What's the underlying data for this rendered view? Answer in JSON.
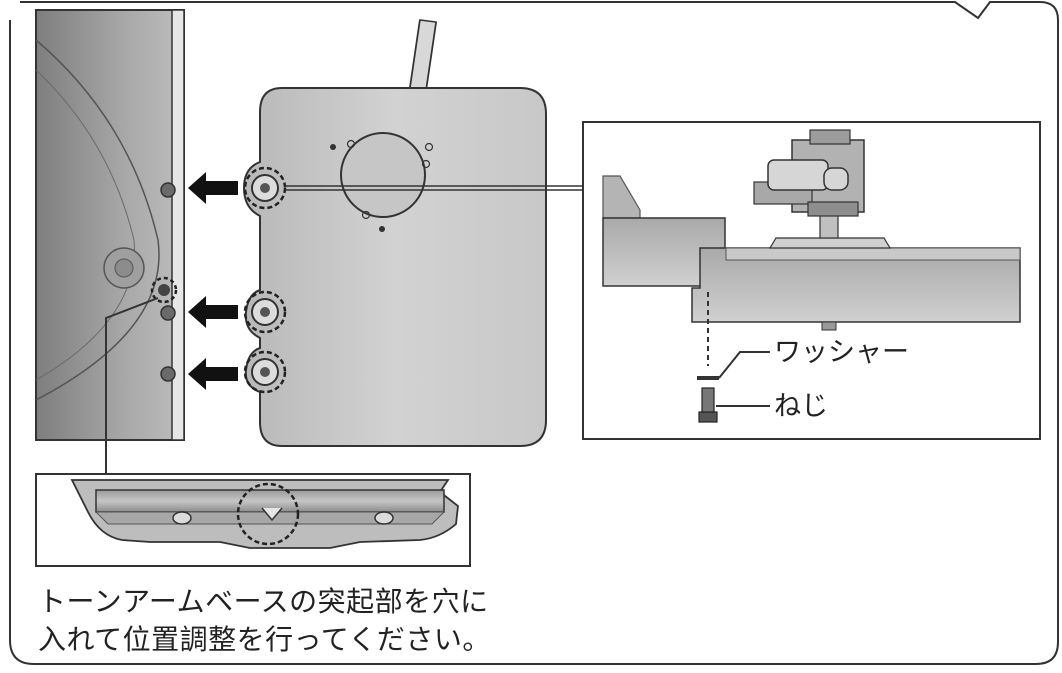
{
  "labels": {
    "washer": "ワッシャー",
    "screw": "ねじ"
  },
  "caption": {
    "line1": "トーンアームベースの突起部を穴に",
    "line2": "入れて位置調整を行ってください。"
  },
  "colors": {
    "outline": "#333333",
    "arrow": "#111111",
    "plate": "#c2c2c2",
    "deck": "#9a9a9a"
  }
}
